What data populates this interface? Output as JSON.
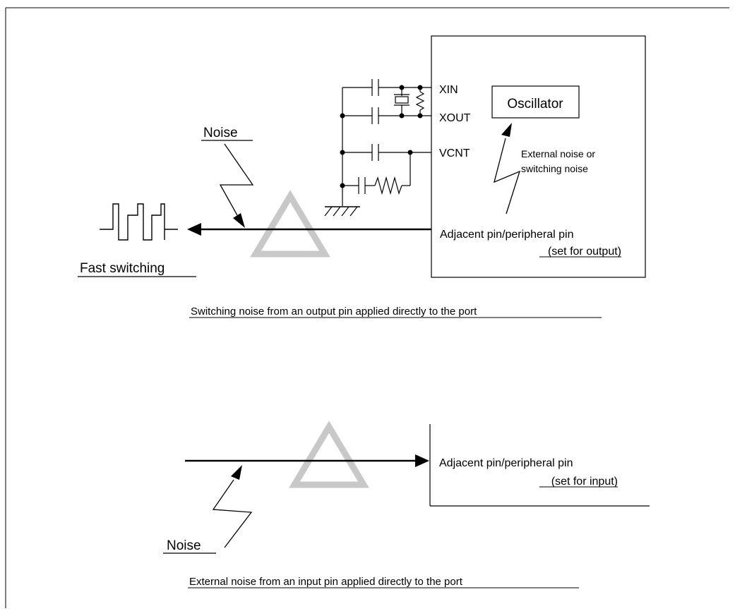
{
  "pins": {
    "xin": "XIN",
    "xout": "XOUT",
    "vcnt": "VCNT"
  },
  "oscillator_label": "Oscillator",
  "top_diagram": {
    "noise_label": "Noise",
    "fast_switching_label": "Fast switching",
    "external_noise_line1": "External noise or",
    "external_noise_line2": "switching noise",
    "adjacent_pin_label": "Adjacent pin/peripheral pin",
    "set_for_output_label": "(set for output)",
    "caption": "Switching noise from an output pin applied directly to the port"
  },
  "bottom_diagram": {
    "noise_label": "Noise",
    "adjacent_pin_label": "Adjacent pin/peripheral pin",
    "set_for_input_label": "(set for input)",
    "caption": "External noise from an input pin applied directly to the port"
  },
  "colors": {
    "line": "#000000",
    "watermark": "#c8c8c8",
    "background": "#ffffff"
  }
}
